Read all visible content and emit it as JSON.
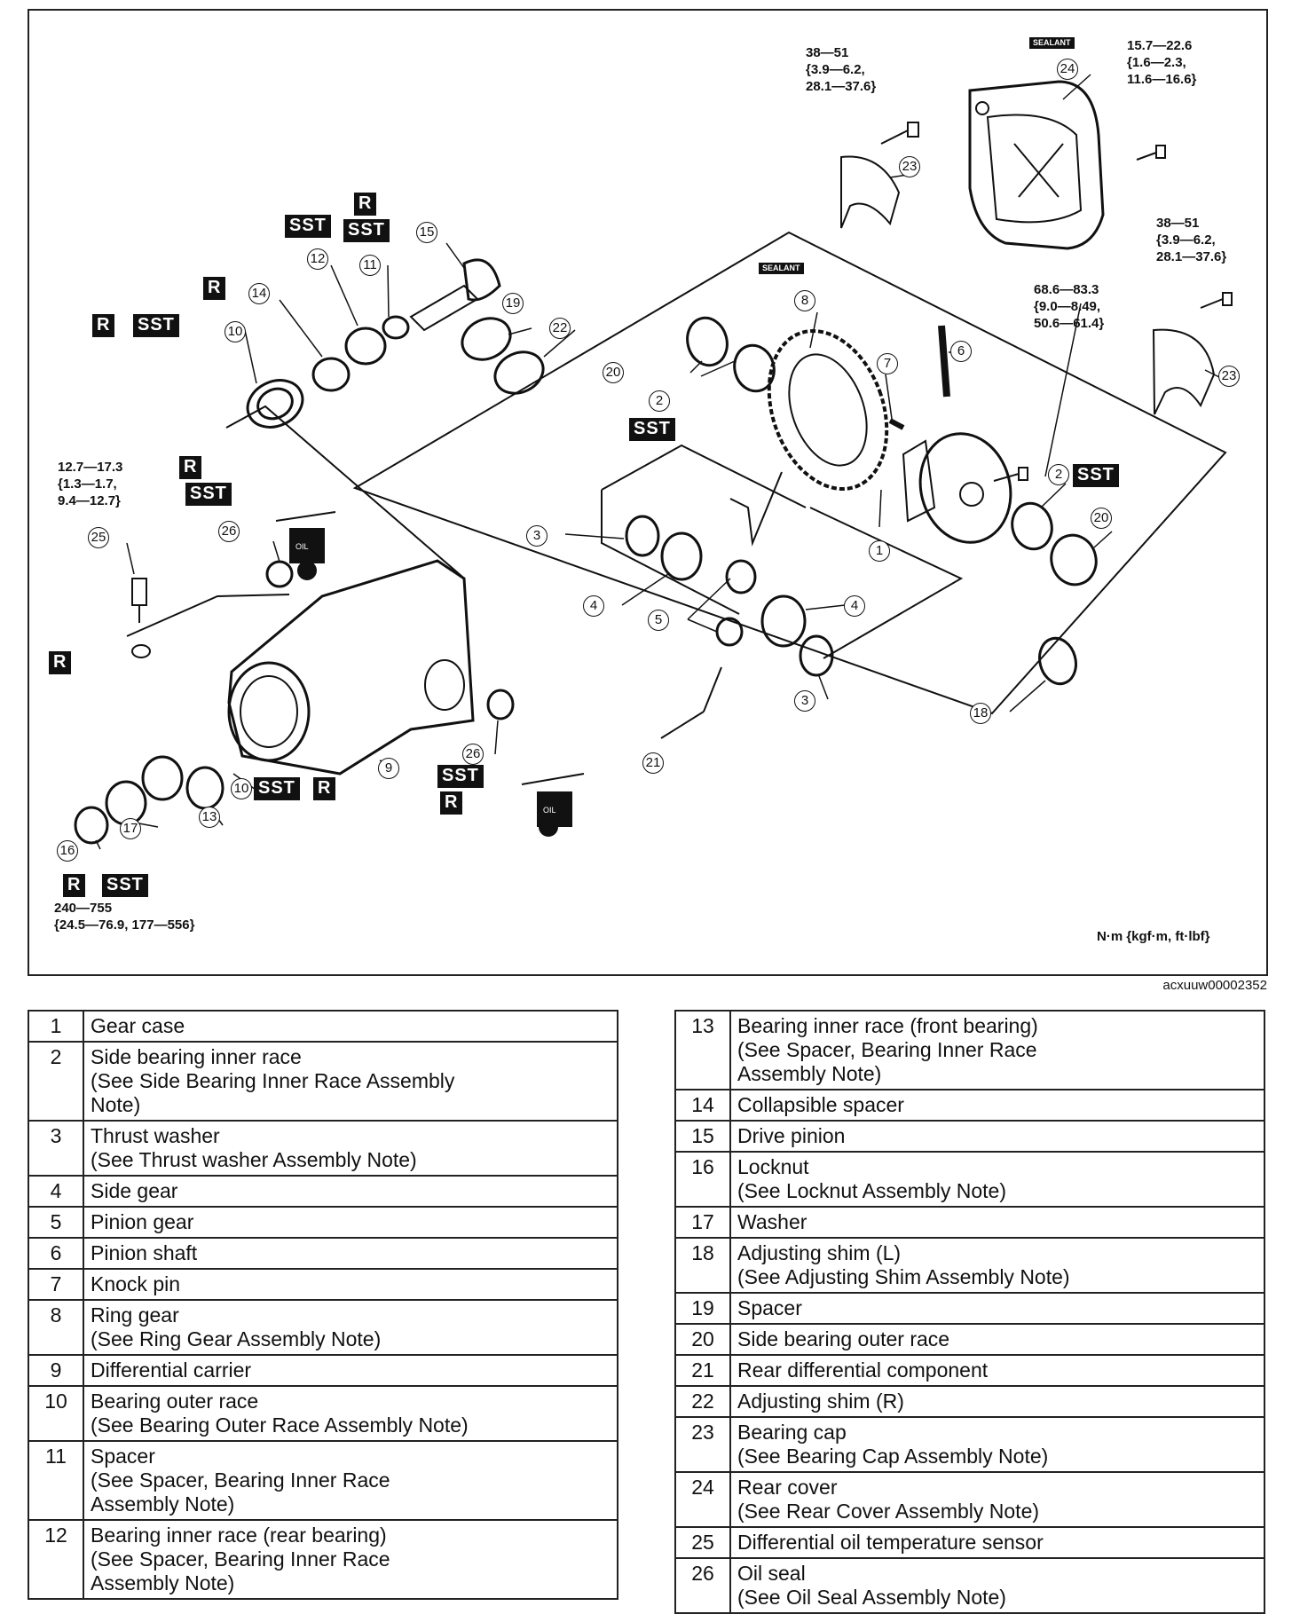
{
  "diagram": {
    "units": "N·m {kgf·m, ft·lbf}",
    "figure_code": "acxuuw00002352",
    "torques": {
      "t_bearing_cap_top": [
        "38—51",
        "{3.9—6.2,",
        "28.1—37.6}"
      ],
      "t_rear_cover": [
        "15.7—22.6",
        "{1.6—2.3,",
        "11.6—16.6}"
      ],
      "t_bearing_cap_right": [
        "38—51",
        "{3.9—6.2,",
        "28.1—37.6}"
      ],
      "t_ring_gear": [
        "68.6—83.3",
        "{9.0—8.49,",
        "50.6—61.4}"
      ],
      "t_sensor": [
        "12.7—17.3",
        "{1.3—1.7,",
        "9.4—12.7}"
      ],
      "t_locknut": [
        "240—755",
        "{24.5—76.9, 177—556}"
      ]
    },
    "tag_texts": {
      "sst": "SST",
      "r": "R",
      "sealant": "SEALANT",
      "oil": "OIL"
    },
    "callouts": [
      "1",
      "2",
      "3",
      "4",
      "5",
      "6",
      "7",
      "8",
      "9",
      "10",
      "11",
      "12",
      "13",
      "14",
      "15",
      "16",
      "17",
      "18",
      "19",
      "20",
      "21",
      "22",
      "23",
      "24",
      "25",
      "26"
    ]
  },
  "parts_left": [
    {
      "no": "1",
      "lines": [
        "Gear case"
      ]
    },
    {
      "no": "2",
      "lines": [
        "Side bearing inner race",
        "(See Side Bearing Inner Race Assembly",
        "Note)"
      ]
    },
    {
      "no": "3",
      "lines": [
        "Thrust washer",
        "(See Thrust washer Assembly Note)"
      ]
    },
    {
      "no": "4",
      "lines": [
        "Side gear"
      ]
    },
    {
      "no": "5",
      "lines": [
        "Pinion gear"
      ]
    },
    {
      "no": "6",
      "lines": [
        "Pinion shaft"
      ]
    },
    {
      "no": "7",
      "lines": [
        "Knock pin"
      ]
    },
    {
      "no": "8",
      "lines": [
        "Ring gear",
        "(See Ring Gear Assembly Note)"
      ]
    },
    {
      "no": "9",
      "lines": [
        "Differential carrier"
      ]
    },
    {
      "no": "10",
      "lines": [
        "Bearing outer race",
        "(See Bearing Outer Race Assembly Note)"
      ]
    },
    {
      "no": "11",
      "lines": [
        "Spacer",
        "(See Spacer, Bearing Inner Race",
        "Assembly Note)"
      ]
    },
    {
      "no": "12",
      "lines": [
        "Bearing inner race (rear bearing)",
        "(See Spacer, Bearing Inner Race",
        "Assembly Note)"
      ]
    }
  ],
  "parts_right": [
    {
      "no": "13",
      "lines": [
        "Bearing inner race (front bearing)",
        "(See Spacer, Bearing Inner Race",
        "Assembly Note)"
      ]
    },
    {
      "no": "14",
      "lines": [
        "Collapsible spacer"
      ]
    },
    {
      "no": "15",
      "lines": [
        "Drive pinion"
      ]
    },
    {
      "no": "16",
      "lines": [
        "Locknut",
        "(See Locknut Assembly Note)"
      ]
    },
    {
      "no": "17",
      "lines": [
        "Washer"
      ]
    },
    {
      "no": "18",
      "lines": [
        "Adjusting shim (L)",
        "(See Adjusting Shim Assembly Note)"
      ]
    },
    {
      "no": "19",
      "lines": [
        "Spacer"
      ]
    },
    {
      "no": "20",
      "lines": [
        "Side bearing outer race"
      ]
    },
    {
      "no": "21",
      "lines": [
        "Rear differential component"
      ]
    },
    {
      "no": "22",
      "lines": [
        "Adjusting shim (R)"
      ]
    },
    {
      "no": "23",
      "lines": [
        "Bearing cap",
        "(See Bearing Cap Assembly Note)"
      ]
    },
    {
      "no": "24",
      "lines": [
        "Rear cover",
        "(See Rear Cover Assembly Note)"
      ]
    },
    {
      "no": "25",
      "lines": [
        "Differential oil temperature sensor"
      ]
    },
    {
      "no": "26",
      "lines": [
        "Oil seal",
        "(See Oil Seal Assembly Note)"
      ]
    }
  ]
}
